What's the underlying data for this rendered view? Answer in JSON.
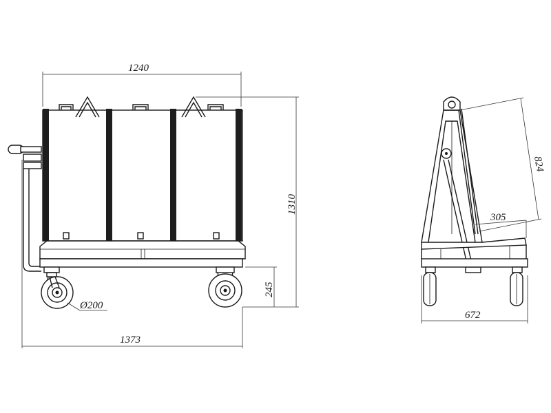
{
  "dimensions": {
    "top_width": "1240",
    "total_height": "1310",
    "wheel_diameter": "Ø200",
    "deck_height": "245",
    "total_length": "1373",
    "frame_depth": "824",
    "base_depth": "305",
    "side_width": "672"
  },
  "colors": {
    "line": "#1a1a1a",
    "strap": "#1e1e1e",
    "background": "#ffffff"
  }
}
